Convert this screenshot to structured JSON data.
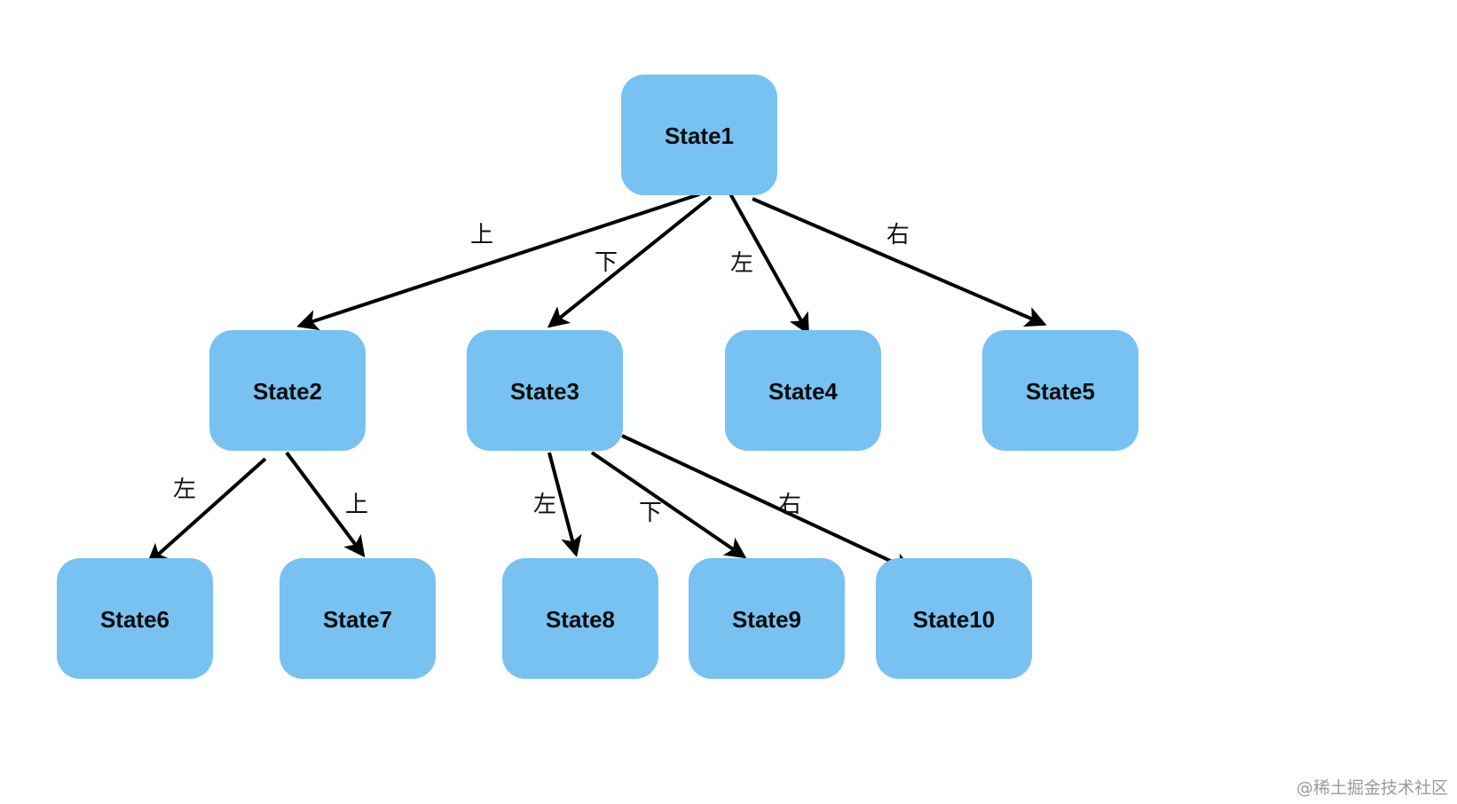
{
  "diagram": {
    "nodes": [
      {
        "id": "s1",
        "label": "State1"
      },
      {
        "id": "s2",
        "label": "State2"
      },
      {
        "id": "s3",
        "label": "State3"
      },
      {
        "id": "s4",
        "label": "State4"
      },
      {
        "id": "s5",
        "label": "State5"
      },
      {
        "id": "s6",
        "label": "State6"
      },
      {
        "id": "s7",
        "label": "State7"
      },
      {
        "id": "s8",
        "label": "State8"
      },
      {
        "id": "s9",
        "label": "State9"
      },
      {
        "id": "s10",
        "label": "State10"
      }
    ],
    "edges": [
      {
        "from": "s1",
        "to": "s2",
        "label": "上"
      },
      {
        "from": "s1",
        "to": "s3",
        "label": "下"
      },
      {
        "from": "s1",
        "to": "s4",
        "label": "左"
      },
      {
        "from": "s1",
        "to": "s5",
        "label": "右"
      },
      {
        "from": "s2",
        "to": "s6",
        "label": "左"
      },
      {
        "from": "s2",
        "to": "s7",
        "label": "上"
      },
      {
        "from": "s3",
        "to": "s8",
        "label": "左"
      },
      {
        "from": "s3",
        "to": "s9",
        "label": "下"
      },
      {
        "from": "s3",
        "to": "s10",
        "label": "右"
      }
    ],
    "colors": {
      "node_fill": "#77c2f1",
      "edge": "#000000",
      "text": "#0b0b0b"
    }
  },
  "watermark": "@稀土掘金技术社区"
}
